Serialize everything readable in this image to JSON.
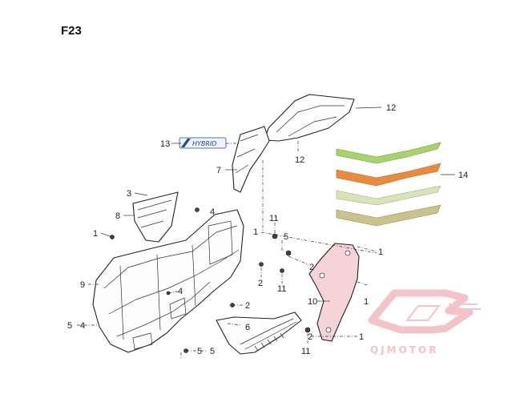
{
  "diagram": {
    "code": "F23",
    "badge_text": "HYBRID",
    "watermark_text": "QJMOTOR",
    "colors": {
      "decal_green": "#a8d36a",
      "decal_orange": "#e98a3c",
      "decal_light_green": "#d5e4b9",
      "decal_olive": "#c9c28a",
      "bracket_pink": "#f6d3d6",
      "watermark_pink": "#f2b9bf"
    },
    "callouts": [
      "1",
      "1",
      "1",
      "1",
      "2",
      "2",
      "2",
      "2",
      "3",
      "4",
      "4",
      "4",
      "5",
      "5",
      "5",
      "5",
      "6",
      "7",
      "8",
      "9",
      "10",
      "11",
      "11",
      "11",
      "12",
      "12",
      "13",
      "14"
    ]
  }
}
